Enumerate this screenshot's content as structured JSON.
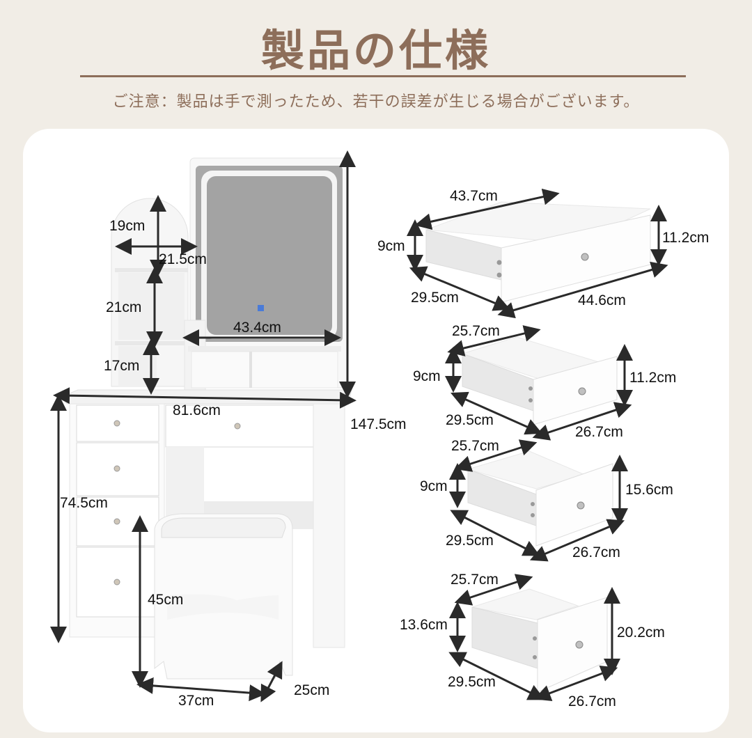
{
  "header": {
    "title": "製品の仕様",
    "notice": "ご注意：製品は手で測ったため、若干の誤差が生じる場合がございます。"
  },
  "colors": {
    "background": "#f1ede6",
    "accent": "#8d6e5a",
    "card": "#ffffff",
    "mirror_glass": "#a3a3a3",
    "touch_button": "#4a7bd8"
  },
  "vanity": {
    "shelf_arch_height": "19cm",
    "shelf_width": "21.5cm",
    "shelf_middle_height": "21cm",
    "shelf_lower_height": "17cm",
    "mirror_width": "43.4cm",
    "total_height": "147.5cm",
    "table_width": "81.6cm",
    "table_height": "74.5cm",
    "stool_height": "45cm",
    "stool_width": "37cm",
    "stool_depth": "25cm"
  },
  "drawers": [
    {
      "back_width": "43.7cm",
      "side_height": "9cm",
      "front_height": "11.2cm",
      "depth": "29.5cm",
      "front_width": "44.6cm"
    },
    {
      "back_width": "25.7cm",
      "side_height": "9cm",
      "front_height": "11.2cm",
      "depth": "29.5cm",
      "front_width": "26.7cm"
    },
    {
      "back_width": "25.7cm",
      "side_height": "9cm",
      "front_height": "15.6cm",
      "depth": "29.5cm",
      "front_width": "26.7cm"
    },
    {
      "back_width": "25.7cm",
      "side_height": "13.6cm",
      "front_height": "20.2cm",
      "depth": "29.5cm",
      "front_width": "26.7cm"
    }
  ]
}
